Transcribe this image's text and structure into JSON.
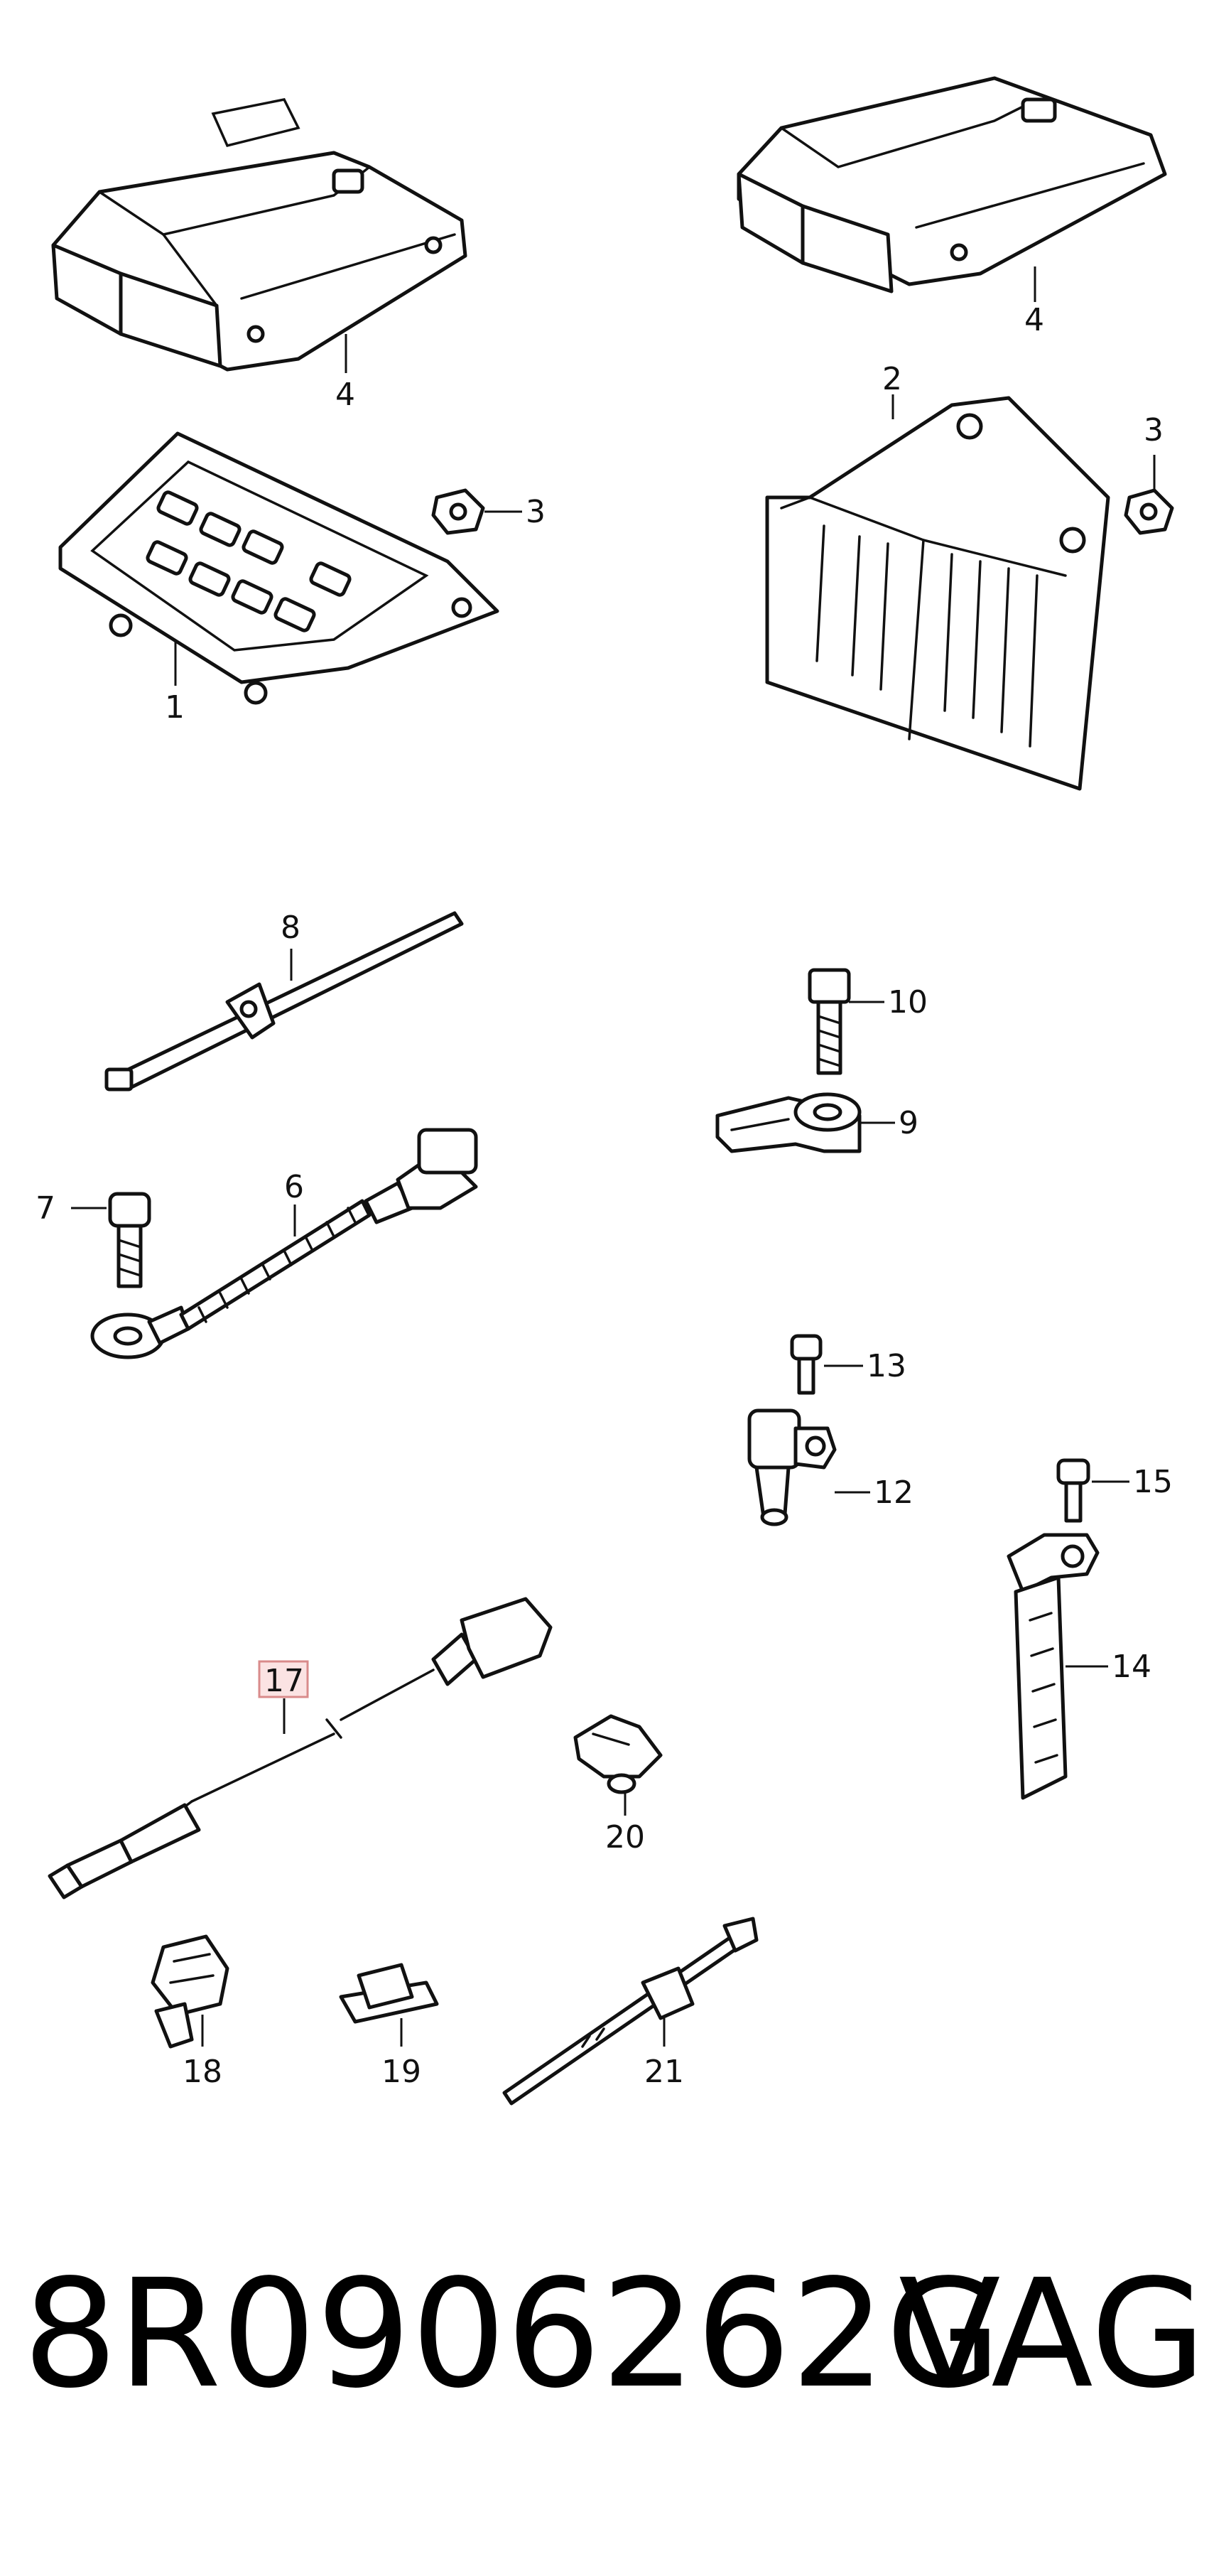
{
  "diagram": {
    "callouts": [
      "1",
      "2",
      "3",
      "3",
      "4",
      "4",
      "6",
      "7",
      "8",
      "9",
      "10",
      "12",
      "13",
      "14",
      "15",
      "17",
      "18",
      "19",
      "20",
      "21"
    ],
    "highlight": "17",
    "highlight_color": "#fbe3e3"
  },
  "footer": {
    "part_number": "8R0906262G",
    "brand": "VAG"
  }
}
